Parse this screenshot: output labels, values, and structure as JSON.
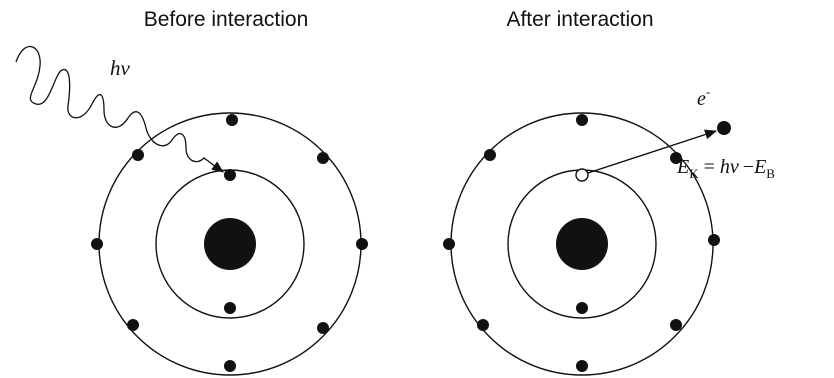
{
  "panels": {
    "before": {
      "title": "Before interaction"
    },
    "after": {
      "title": "After interaction"
    }
  },
  "labels": {
    "photon": "hν",
    "ejected_electron": "e",
    "ejected_electron_charge": "-",
    "equation": {
      "lhs_symbol": "E",
      "lhs_subscript": "K",
      "equals": "=",
      "photon_energy": "hν",
      "minus": "−",
      "binding_symbol": "E",
      "binding_subscript": "B"
    }
  },
  "colors": {
    "ink": "#111111",
    "background": "#ffffff",
    "vacancy_fill": "#ffffff"
  }
}
